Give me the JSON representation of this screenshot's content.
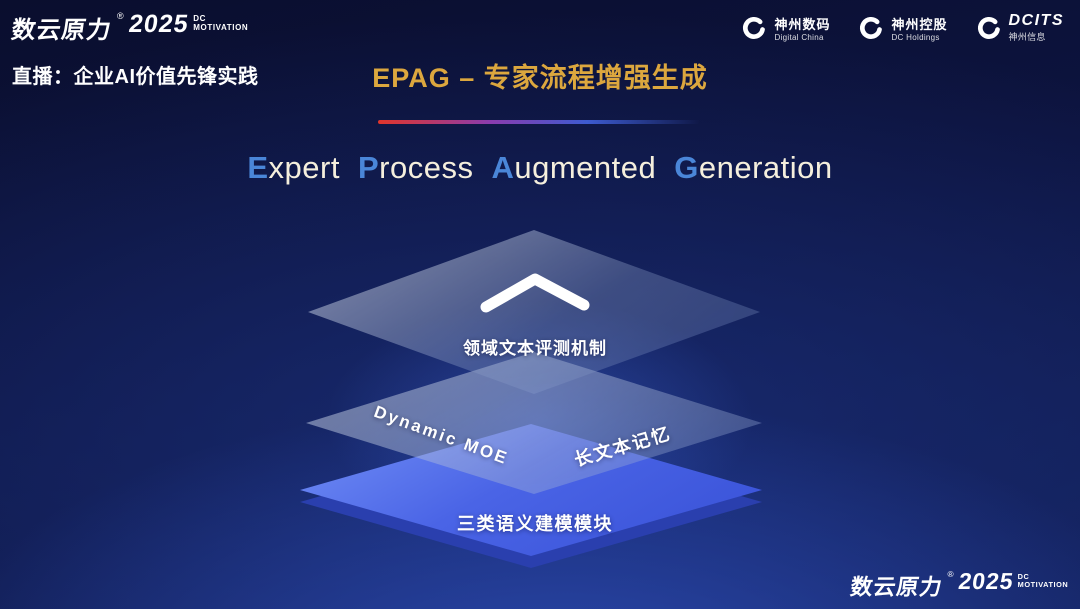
{
  "brand": {
    "name": "数云原力",
    "reg": "®",
    "year": "2025",
    "tag_line1": "DC",
    "tag_line2": "MOTIVATION"
  },
  "header": {
    "live_label": "直播：企业AI价值先锋实践",
    "title_cn": "EPAG – 专家流程增强生成"
  },
  "partners": [
    {
      "name": "神州数码",
      "sub": "Digital China"
    },
    {
      "name": "神州控股",
      "sub": "DC Holdings"
    },
    {
      "name": "DCITS",
      "sub": "神州信息"
    }
  ],
  "title_en": {
    "words": [
      {
        "initial": "E",
        "rest": "xpert"
      },
      {
        "initial": "P",
        "rest": "rocess"
      },
      {
        "initial": "A",
        "rest": "ugmented"
      },
      {
        "initial": "G",
        "rest": "eneration"
      }
    ]
  },
  "diagram": {
    "top_layer": "领域文本评测机制",
    "middle_left": "Dynamic  MOE",
    "middle_right": "长文本记忆",
    "bottom_layer": "三类语义建模模块"
  },
  "colors": {
    "title_gold": "#dca73e",
    "caps_blue": "#4a86d8",
    "divider_red": "#e0352b",
    "divider_blue": "#3d5bd0",
    "layer_blue": "#4a64e6",
    "background_navy": "#0d1440"
  }
}
